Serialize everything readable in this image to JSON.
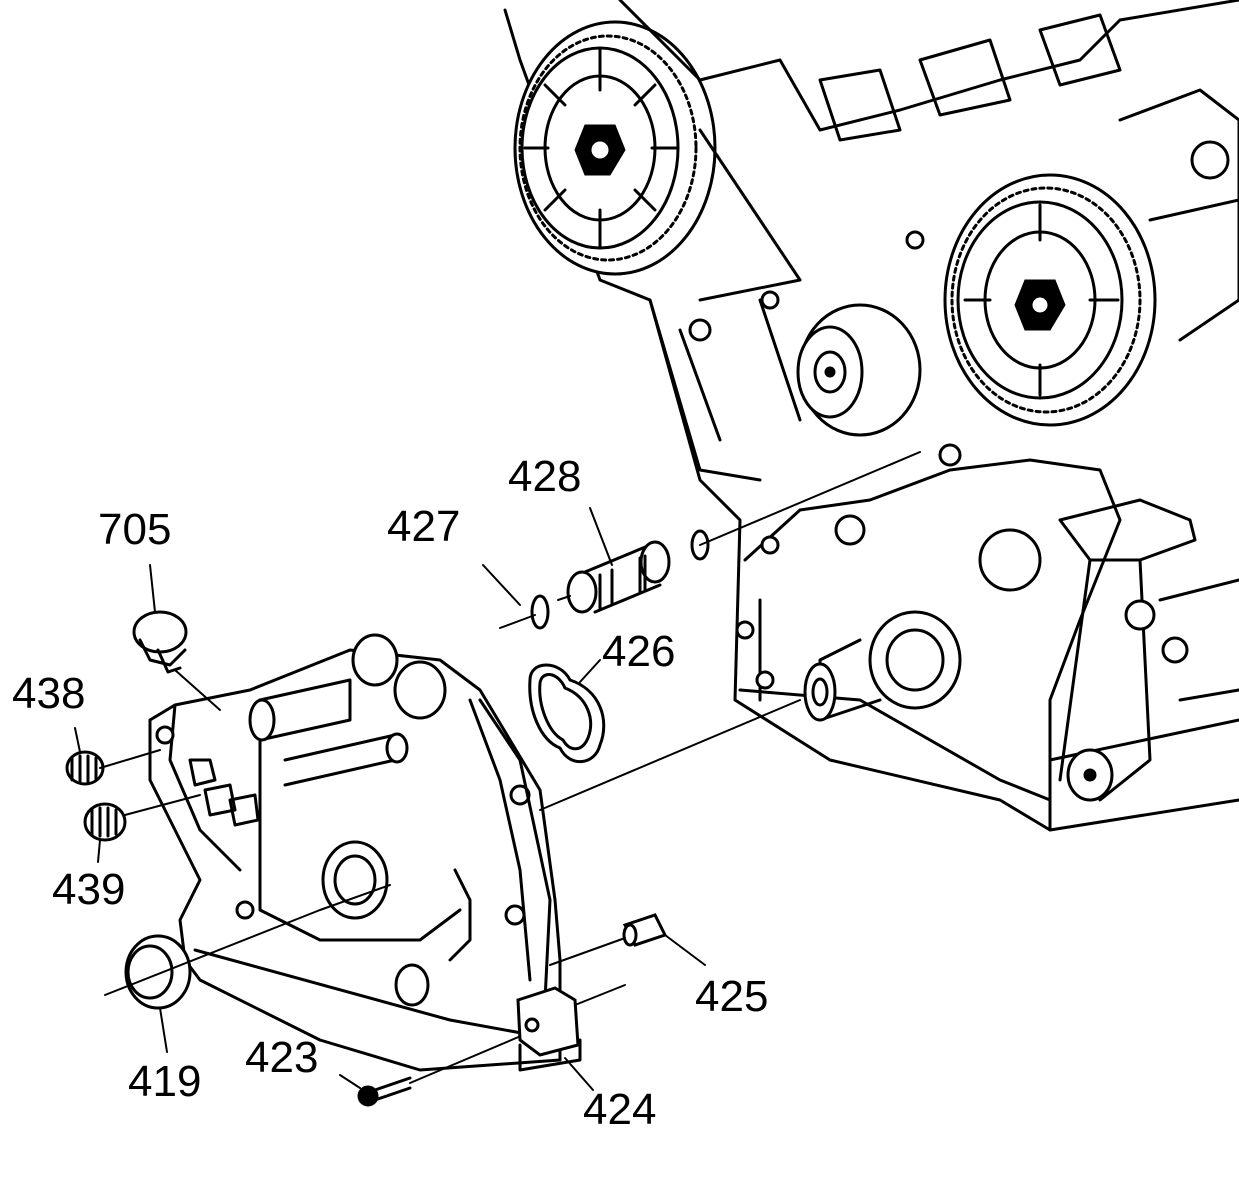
{
  "callouts": {
    "c705": "705",
    "c438": "438",
    "c439": "439",
    "c419": "419",
    "c423": "423",
    "c424": "424",
    "c425": "425",
    "c426": "426",
    "c427": "427",
    "c428": "428"
  },
  "colors": {
    "ink": "#000000",
    "paper": "#ffffff"
  }
}
